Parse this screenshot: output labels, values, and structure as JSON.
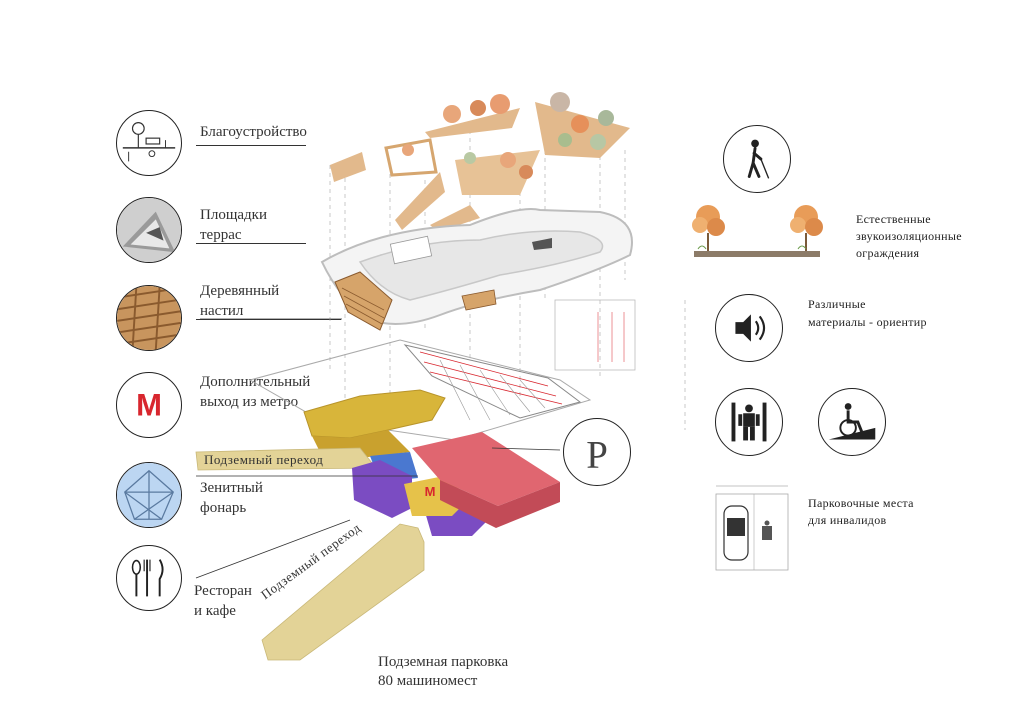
{
  "left_legend": [
    {
      "label": "Благоустройство",
      "icon": "landscaping-icon"
    },
    {
      "label_l1": "Площадки",
      "label_l2": "террас",
      "icon": "terrace-icon"
    },
    {
      "label_l1": "Деревянный",
      "label_l2": "настил",
      "icon": "wood-deck-icon"
    },
    {
      "label_l1": "Дополнительный",
      "label_l2": "выход из метро",
      "icon": "metro-icon"
    },
    {
      "label_l1": "Зенитный",
      "label_l2": "фонарь",
      "icon": "skylight-icon"
    },
    {
      "label_l1": "Ресторан",
      "label_l2": "и кафе",
      "icon": "restaurant-icon"
    }
  ],
  "diagram": {
    "tunnel_top": "Подземный переход",
    "tunnel_bottom": "Подземный переход",
    "metro_mark": "М",
    "parking_mark": "P",
    "caption_l1": "Подземная парковка",
    "caption_l2": "80 машиномест"
  },
  "right_legend": {
    "noise_l1": "Естественные",
    "noise_l2": "звукоизоляционные",
    "noise_l3": "ограждения",
    "materials_l1": "Различные",
    "materials_l2": "материалы - ориентир",
    "parking_l1": "Парковочные места",
    "parking_l2": "для инвалидов"
  },
  "colors": {
    "metro_red": "#d8262e",
    "parking_red": "#e06670",
    "tunnel_tan": "#e3d397",
    "gold": "#d8b53a",
    "purple": "#7b4cc2",
    "blue": "#4a78d0"
  }
}
